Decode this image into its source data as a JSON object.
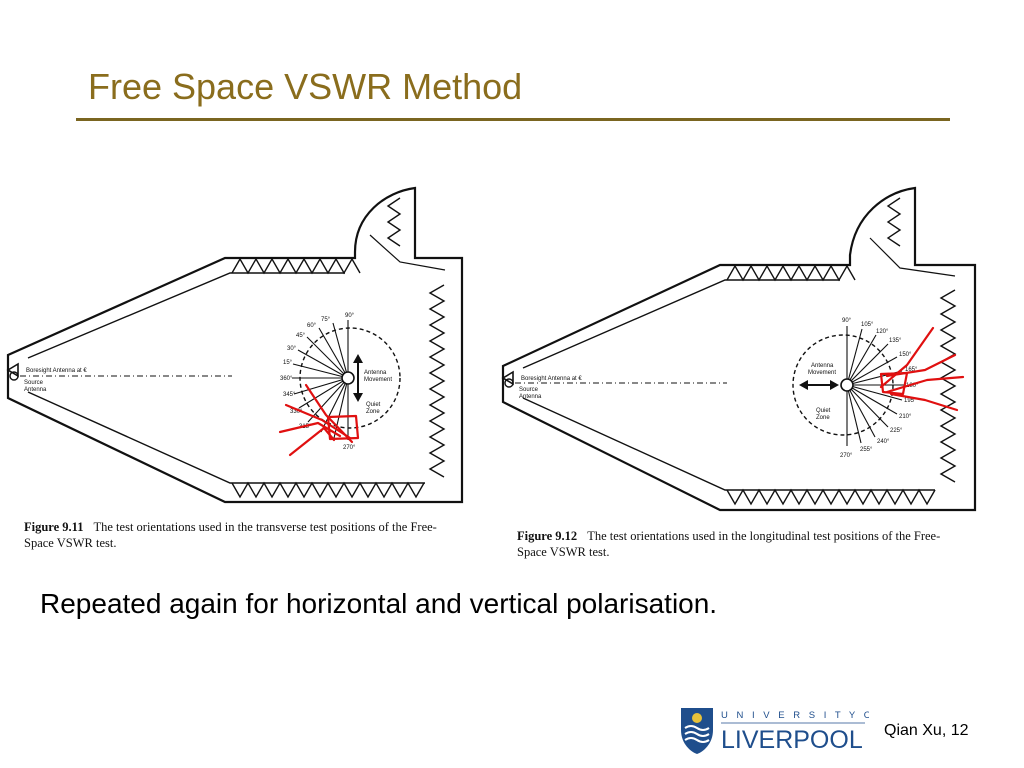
{
  "slide": {
    "title": "Free Space VSWR Method",
    "body_text": "Repeated again for horizontal and vertical polarisation.",
    "footer_author": "Qian Xu",
    "footer_sep": ", ",
    "footer_page": "12"
  },
  "figure_left": {
    "caption_number": "Figure 9.11",
    "caption_text": "The test orientations used in the transverse test positions of the Free-Space VSWR test.",
    "boresight_label": "Boresight Antenna at €",
    "source_label_1": "Source",
    "source_label_2": "Antenna",
    "movement_label_1": "Antenna",
    "movement_label_2": "Movement",
    "quiet_label_1": "Quiet",
    "quiet_label_2": "Zone",
    "angle_labels": [
      "90°",
      "75°",
      "60°",
      "45°",
      "30°",
      "15°",
      "360°",
      "345°",
      "330°",
      "315°",
      "270°"
    ]
  },
  "figure_right": {
    "caption_number": "Figure 9.12",
    "caption_text": "The test orientations used in the longitudinal test positions of the Free-Space VSWR test.",
    "boresight_label": "Boresight Antenna at €",
    "source_label_1": "Source",
    "source_label_2": "Antenna",
    "movement_label_1": "Antenna",
    "movement_label_2": "Movement",
    "quiet_label_1": "Quiet",
    "quiet_label_2": "Zone",
    "angle_labels": [
      "90°",
      "105°",
      "120°",
      "135°",
      "150°",
      "165°",
      "180°",
      "195°",
      "210°",
      "225°",
      "240°",
      "255°",
      "270°"
    ]
  },
  "logo": {
    "line1": "U N I V E R S I T Y   O F",
    "line2": "LIVERPOOL"
  },
  "colors": {
    "title": "#8a6d1d",
    "rule": "#7a6520",
    "annotation": "#e01010",
    "logo_blue": "#1f4e8c"
  }
}
